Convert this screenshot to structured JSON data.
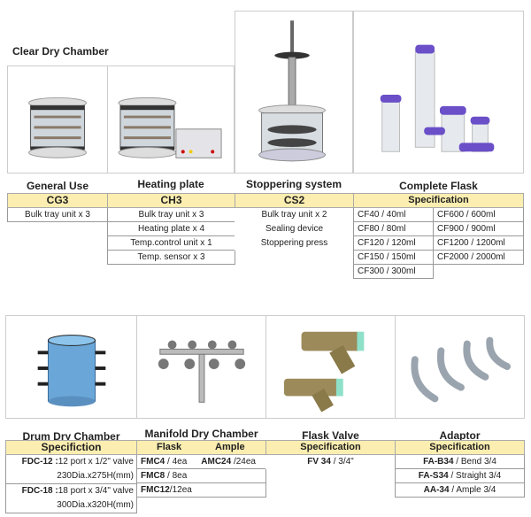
{
  "section_title": "Clear Dry Chamber",
  "top": {
    "captions": [
      "General Use",
      "Heating plate",
      "Stoppering system",
      "Complete Flask"
    ],
    "cg3": {
      "header": "CG3",
      "rows": [
        "Bulk tray unit x 3"
      ]
    },
    "ch3": {
      "header": "CH3",
      "rows": [
        "Bulk tray unit x 3",
        "Heating plate x 4",
        "Temp.control unit x 1",
        "Temp. sensor x 3"
      ]
    },
    "cs2": {
      "header": "CS2",
      "rows": [
        "Bulk tray unit x 2",
        "Sealing device",
        "Stoppering press"
      ]
    },
    "flask": {
      "header": "Specification",
      "left": [
        "CF40 / 40ml",
        "CF80 / 80ml",
        "CF120 / 120ml",
        "CF150 / 150ml",
        "CF300 / 300ml"
      ],
      "right": [
        "CF600 / 600ml",
        "CF900 / 900ml",
        "CF1200 / 1200ml",
        "CF2000 / 2000ml"
      ]
    }
  },
  "bottom": {
    "captions": [
      "Drum Dry Chamber",
      "Manifold Dry Chamber",
      "Flask Valve",
      "Adaptor"
    ],
    "drum": {
      "header": "Specifiction",
      "rows": [
        {
          "code": "FDC-12 :",
          "l1": "12 port x 1/2\" valve",
          "l2": "230Dia.x275H(mm)"
        },
        {
          "code": "FDC-18 :",
          "l1": "18 port x 3/4\" valve",
          "l2": "300Dia.x320H(mm)"
        }
      ]
    },
    "manifold": {
      "header_flask": "Flask",
      "header_ample": "Ample",
      "rows": [
        {
          "code": "FMC4",
          "val": " / 4ea",
          "acode": "AMC24",
          "aval": " /24ea"
        },
        {
          "code": "FMC8",
          "val": " / 8ea"
        },
        {
          "code": "FMC12",
          "val": "/12ea"
        }
      ]
    },
    "valve": {
      "header": "Specification",
      "rows": [
        {
          "code": "FV 34",
          "val": " / 3/4\""
        }
      ]
    },
    "adaptor": {
      "header": "Specification",
      "rows": [
        {
          "code": "FA-B34",
          "val": " / Bend 3/4"
        },
        {
          "code": "FA-S34",
          "val": " / Straight 3/4"
        },
        {
          "code": "AA-34",
          "val": " / Ample 3/4"
        }
      ]
    }
  }
}
